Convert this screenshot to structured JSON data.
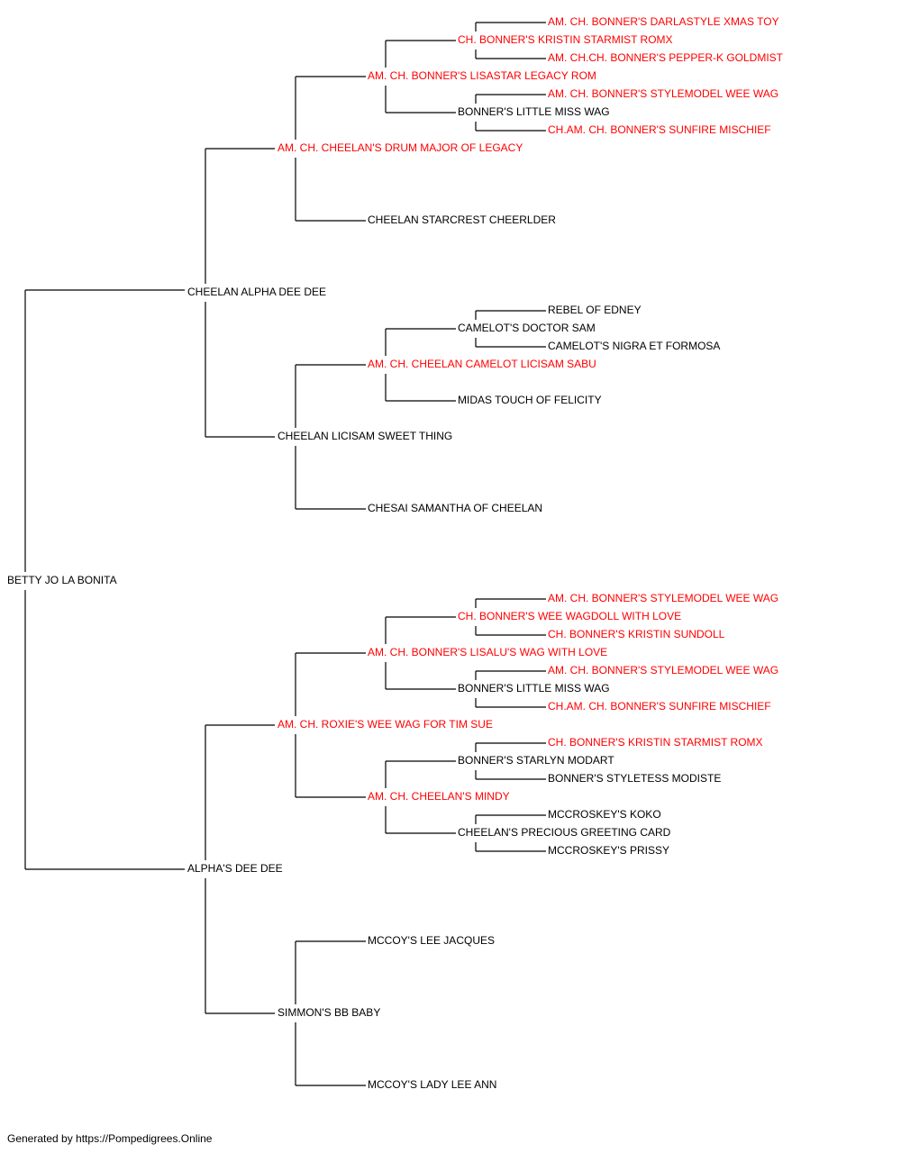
{
  "colors": {
    "champion": "#ff0000",
    "normal": "#000000",
    "line": "#000000"
  },
  "pedigree": {
    "subject": {
      "name": "BETTY JO LA BONITA",
      "champion": false
    },
    "sire": {
      "name": "CHEELAN ALPHA DEE DEE",
      "champion": false,
      "sire": {
        "name": "AM. CH. CHEELAN'S DRUM MAJOR OF LEGACY",
        "champion": true,
        "sire": {
          "name": "AM. CH. BONNER'S LISASTAR LEGACY ROM",
          "champion": true,
          "sire": {
            "name": "CH. BONNER'S KRISTIN STARMIST ROMX",
            "champion": true,
            "sire": {
              "name": "AM. CH. BONNER'S DARLASTYLE XMAS TOY",
              "champion": true
            },
            "dam": {
              "name": "AM. CH.CH. BONNER'S PEPPER-K GOLDMIST",
              "champion": true
            }
          },
          "dam": {
            "name": "BONNER'S LITTLE MISS WAG",
            "champion": false,
            "sire": {
              "name": "AM. CH. BONNER'S STYLEMODEL WEE WAG",
              "champion": true
            },
            "dam": {
              "name": "CH.AM. CH. BONNER'S SUNFIRE MISCHIEF",
              "champion": true
            }
          }
        },
        "dam": {
          "name": "CHEELAN STARCREST CHEERLDER",
          "champion": false
        }
      },
      "dam": {
        "name": "CHEELAN LICISAM SWEET THING",
        "champion": false,
        "sire": {
          "name": "AM. CH. CHEELAN CAMELOT LICISAM SABU",
          "champion": true,
          "sire": {
            "name": "CAMELOT'S DOCTOR SAM",
            "champion": false,
            "sire": {
              "name": "REBEL OF EDNEY",
              "champion": false
            },
            "dam": {
              "name": "CAMELOT'S NIGRA ET FORMOSA",
              "champion": false
            }
          },
          "dam": {
            "name": "MIDAS TOUCH OF FELICITY",
            "champion": false
          }
        },
        "dam": {
          "name": "CHESAI SAMANTHA OF CHEELAN",
          "champion": false
        }
      }
    },
    "dam": {
      "name": "ALPHA'S DEE DEE",
      "champion": false,
      "sire": {
        "name": "AM. CH. ROXIE'S WEE WAG FOR TIM SUE",
        "champion": true,
        "sire": {
          "name": "AM. CH. BONNER'S LISALU'S WAG WITH LOVE",
          "champion": true,
          "sire": {
            "name": "CH. BONNER'S WEE WAGDOLL WITH LOVE",
            "champion": true,
            "sire": {
              "name": "AM. CH. BONNER'S STYLEMODEL WEE WAG",
              "champion": true
            },
            "dam": {
              "name": "CH. BONNER'S KRISTIN SUNDOLL",
              "champion": true
            }
          },
          "dam": {
            "name": "BONNER'S LITTLE MISS WAG",
            "champion": false,
            "sire": {
              "name": "AM. CH. BONNER'S STYLEMODEL WEE WAG",
              "champion": true
            },
            "dam": {
              "name": "CH.AM. CH. BONNER'S SUNFIRE MISCHIEF",
              "champion": true
            }
          }
        },
        "dam": {
          "name": "AM. CH. CHEELAN'S MINDY",
          "champion": true,
          "sire": {
            "name": "BONNER'S STARLYN MODART",
            "champion": false,
            "sire": {
              "name": "CH. BONNER'S KRISTIN STARMIST ROMX",
              "champion": true
            },
            "dam": {
              "name": "BONNER'S STYLETESS MODISTE",
              "champion": false
            }
          },
          "dam": {
            "name": "CHEELAN'S PRECIOUS GREETING CARD",
            "champion": false,
            "sire": {
              "name": "MCCROSKEY'S KOKO",
              "champion": false
            },
            "dam": {
              "name": "MCCROSKEY'S PRISSY",
              "champion": false
            }
          }
        }
      },
      "dam": {
        "name": "SIMMON'S BB BABY",
        "champion": false,
        "sire": {
          "name": "MCCOY'S LEE JACQUES",
          "champion": false
        },
        "dam": {
          "name": "MCCOY'S LADY LEE ANN",
          "champion": false
        }
      }
    }
  },
  "footer": {
    "text": "Generated by https://Pompedigrees.Online"
  }
}
